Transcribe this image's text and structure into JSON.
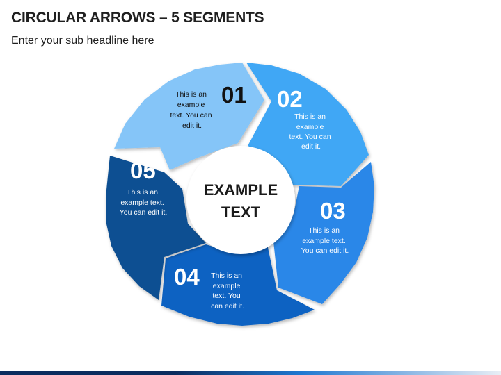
{
  "title": "CIRCULAR ARROWS – 5 SEGMENTS",
  "subtitle": "Enter your sub headline here",
  "center": {
    "line1": "EXAMPLE",
    "line2": "TEXT"
  },
  "segments": [
    {
      "number": "01",
      "lines": [
        "This is an",
        "example",
        "text. You can",
        "edit it."
      ],
      "color": "#85c5f8",
      "text_color": "#111111"
    },
    {
      "number": "02",
      "lines": [
        "This is an",
        "example",
        "text. You can",
        "edit it."
      ],
      "color": "#41a7f5",
      "text_color": "#ffffff"
    },
    {
      "number": "03",
      "lines": [
        "This is an",
        "example text.",
        "You can edit it."
      ],
      "color": "#2a87e8",
      "text_color": "#ffffff"
    },
    {
      "number": "04",
      "lines": [
        "This is an",
        "example",
        "text. You",
        "can edit it."
      ],
      "color": "#0c62c2",
      "text_color": "#ffffff"
    },
    {
      "number": "05",
      "lines": [
        "This is an",
        "example text.",
        "You can edit it."
      ],
      "color": "#0d4f92",
      "text_color": "#ffffff"
    }
  ]
}
